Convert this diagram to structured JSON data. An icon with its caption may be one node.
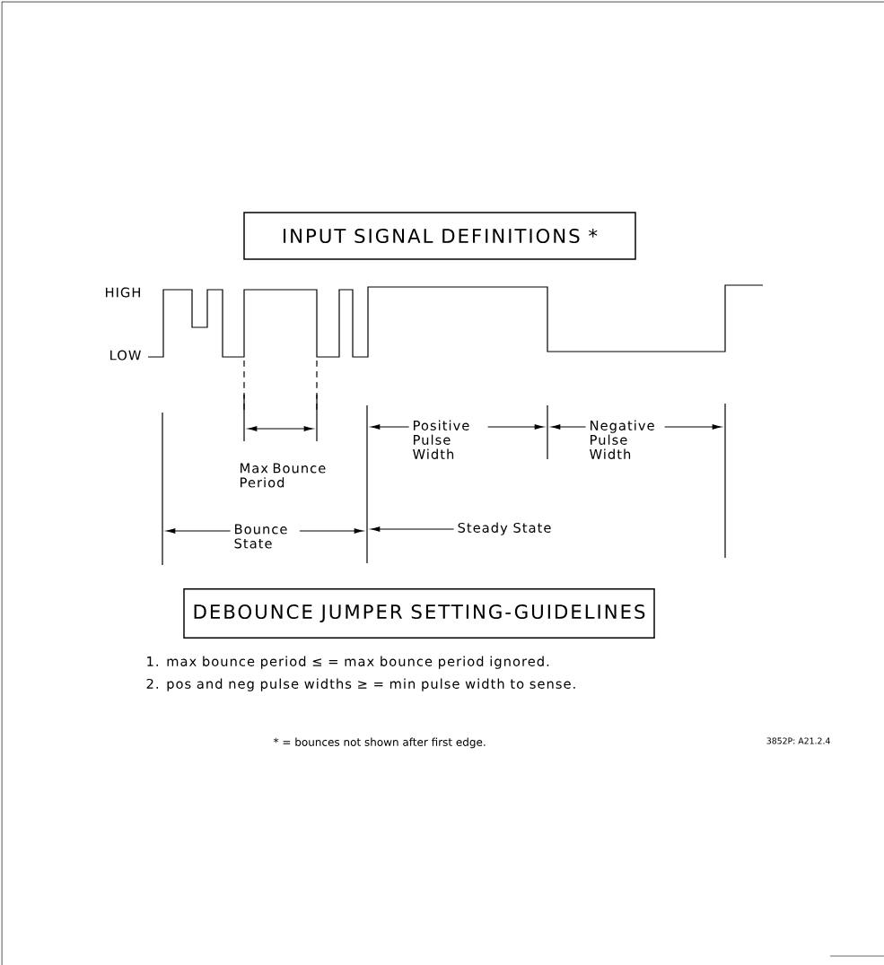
{
  "diagram": {
    "nodes": [
      {
        "text": [
          "INPUT SIGNAL DEFINITIONS *"
        ]
      },
      {
        "text": [
          "DEBOUNCE JUMPER SETTING-GUIDELINES"
        ]
      }
    ],
    "labels": [
      "HIGH",
      "LOW",
      "Max Bounce Period",
      "Positive Pulse Width",
      "Negative Pulse Width",
      "Bounce State",
      "Steady State",
      "1. max bounce period ≤ = max bounce period ignored.",
      "2. pos and neg pulse widths ≥ = min pulse width to sense.",
      "* = bounces not shown after first edge.",
      "3852P: A21.2.4"
    ]
  }
}
